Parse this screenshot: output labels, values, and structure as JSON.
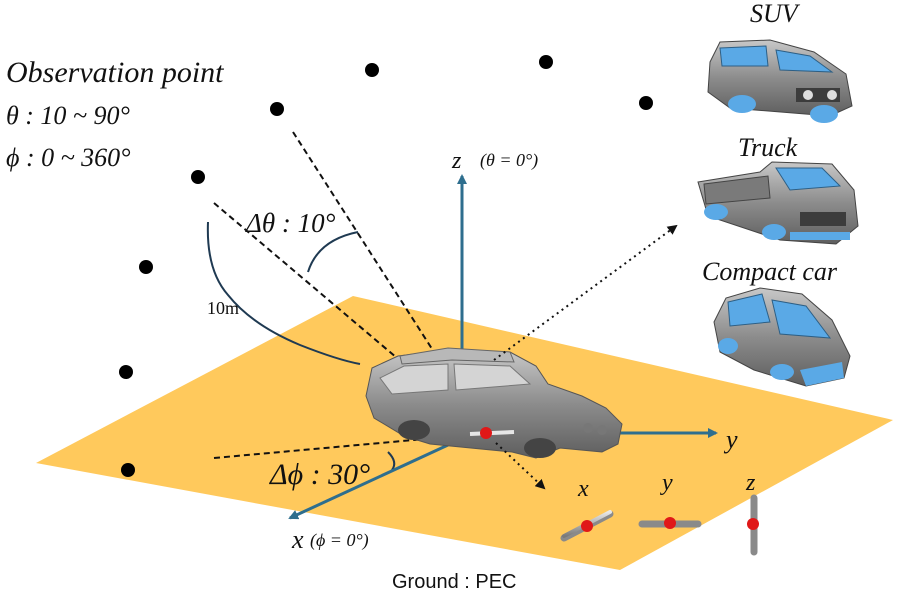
{
  "observation": {
    "title": "Observation point",
    "theta_range": "θ : 10 ~ 90°",
    "phi_range": "ϕ : 0 ~ 360°",
    "delta_theta": "Δθ : 10°",
    "distance": "10m",
    "delta_phi": "Δϕ : 30°"
  },
  "axes": {
    "z_label": "z",
    "z_note": "(θ = 0°)",
    "y_label": "y",
    "x_label": "x",
    "x_note": "(ϕ = 0°)"
  },
  "vehicles": {
    "suv": "SUV",
    "truck": "Truck",
    "compact": "Compact car"
  },
  "antennas": {
    "x": "x",
    "y": "y",
    "z": "z"
  },
  "ground_label": "Ground : PEC",
  "colors": {
    "ground": "#FFC95C",
    "axis": "#2E6E8E",
    "marker": "#E01818",
    "car_body": "#8F8F8F",
    "glass": "#5AA9E6"
  }
}
